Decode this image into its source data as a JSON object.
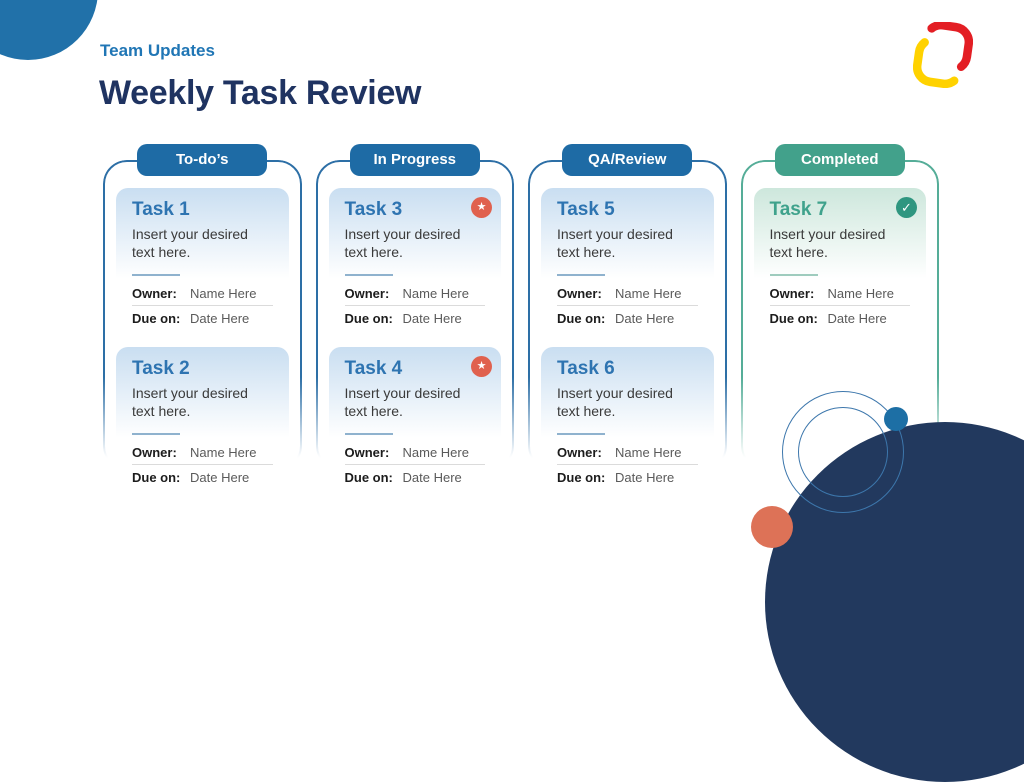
{
  "header": {
    "eyebrow": "Team Updates",
    "title": "Weekly Task Review"
  },
  "card_labels": {
    "owner": "Owner:",
    "due": "Due on:"
  },
  "badges": {
    "star": {
      "icon": "star-icon",
      "glyph": "★",
      "color": "#E0614E"
    },
    "check": {
      "icon": "check-icon",
      "glyph": "✓",
      "color": "#2F9680"
    }
  },
  "columns": [
    {
      "label": "To-do’s",
      "theme": "blue",
      "tasks": [
        {
          "title": "Task 1",
          "body": "Insert your desired text here.",
          "owner": "Name Here",
          "due": "Date Here",
          "badge": null
        },
        {
          "title": "Task 2",
          "body": "Insert your desired text here.",
          "owner": "Name Here",
          "due": "Date Here",
          "badge": null
        }
      ]
    },
    {
      "label": "In Progress",
      "theme": "blue",
      "tasks": [
        {
          "title": "Task 3",
          "body": "Insert your desired text here.",
          "owner": "Name Here",
          "due": "Date Here",
          "badge": "star"
        },
        {
          "title": "Task 4",
          "body": "Insert your desired text here.",
          "owner": "Name Here",
          "due": "Date Here",
          "badge": "star"
        }
      ]
    },
    {
      "label": "QA/Review",
      "theme": "blue",
      "tasks": [
        {
          "title": "Task 5",
          "body": "Insert your desired text here.",
          "owner": "Name Here",
          "due": "Date Here",
          "badge": null
        },
        {
          "title": "Task 6",
          "body": "Insert your desired text here.",
          "owner": "Name Here",
          "due": "Date Here",
          "badge": null
        }
      ]
    },
    {
      "label": "Completed",
      "theme": "green",
      "tasks": [
        {
          "title": "Task 7",
          "body": "Insert your desired text here.",
          "owner": "Name Here",
          "due": "Date Here",
          "badge": "check"
        }
      ]
    }
  ],
  "colors": {
    "eyebrow": "#2076B5",
    "title": "#1F3361",
    "blue_accent": "#1E6BA5",
    "blue_frame": "#2D6FA6",
    "blue_card_top": "#C9DEF1",
    "green_accent": "#42A18B",
    "green_frame": "#55AD98",
    "green_card_top": "#CDE7DC",
    "star_badge": "#E0614E",
    "check_badge": "#2F9680",
    "navy_circle": "#22395E",
    "orange_circle": "#DD7257",
    "blue_dot": "#1D6FA5",
    "logo_red": "#E31E24",
    "logo_yellow": "#FFD200"
  }
}
